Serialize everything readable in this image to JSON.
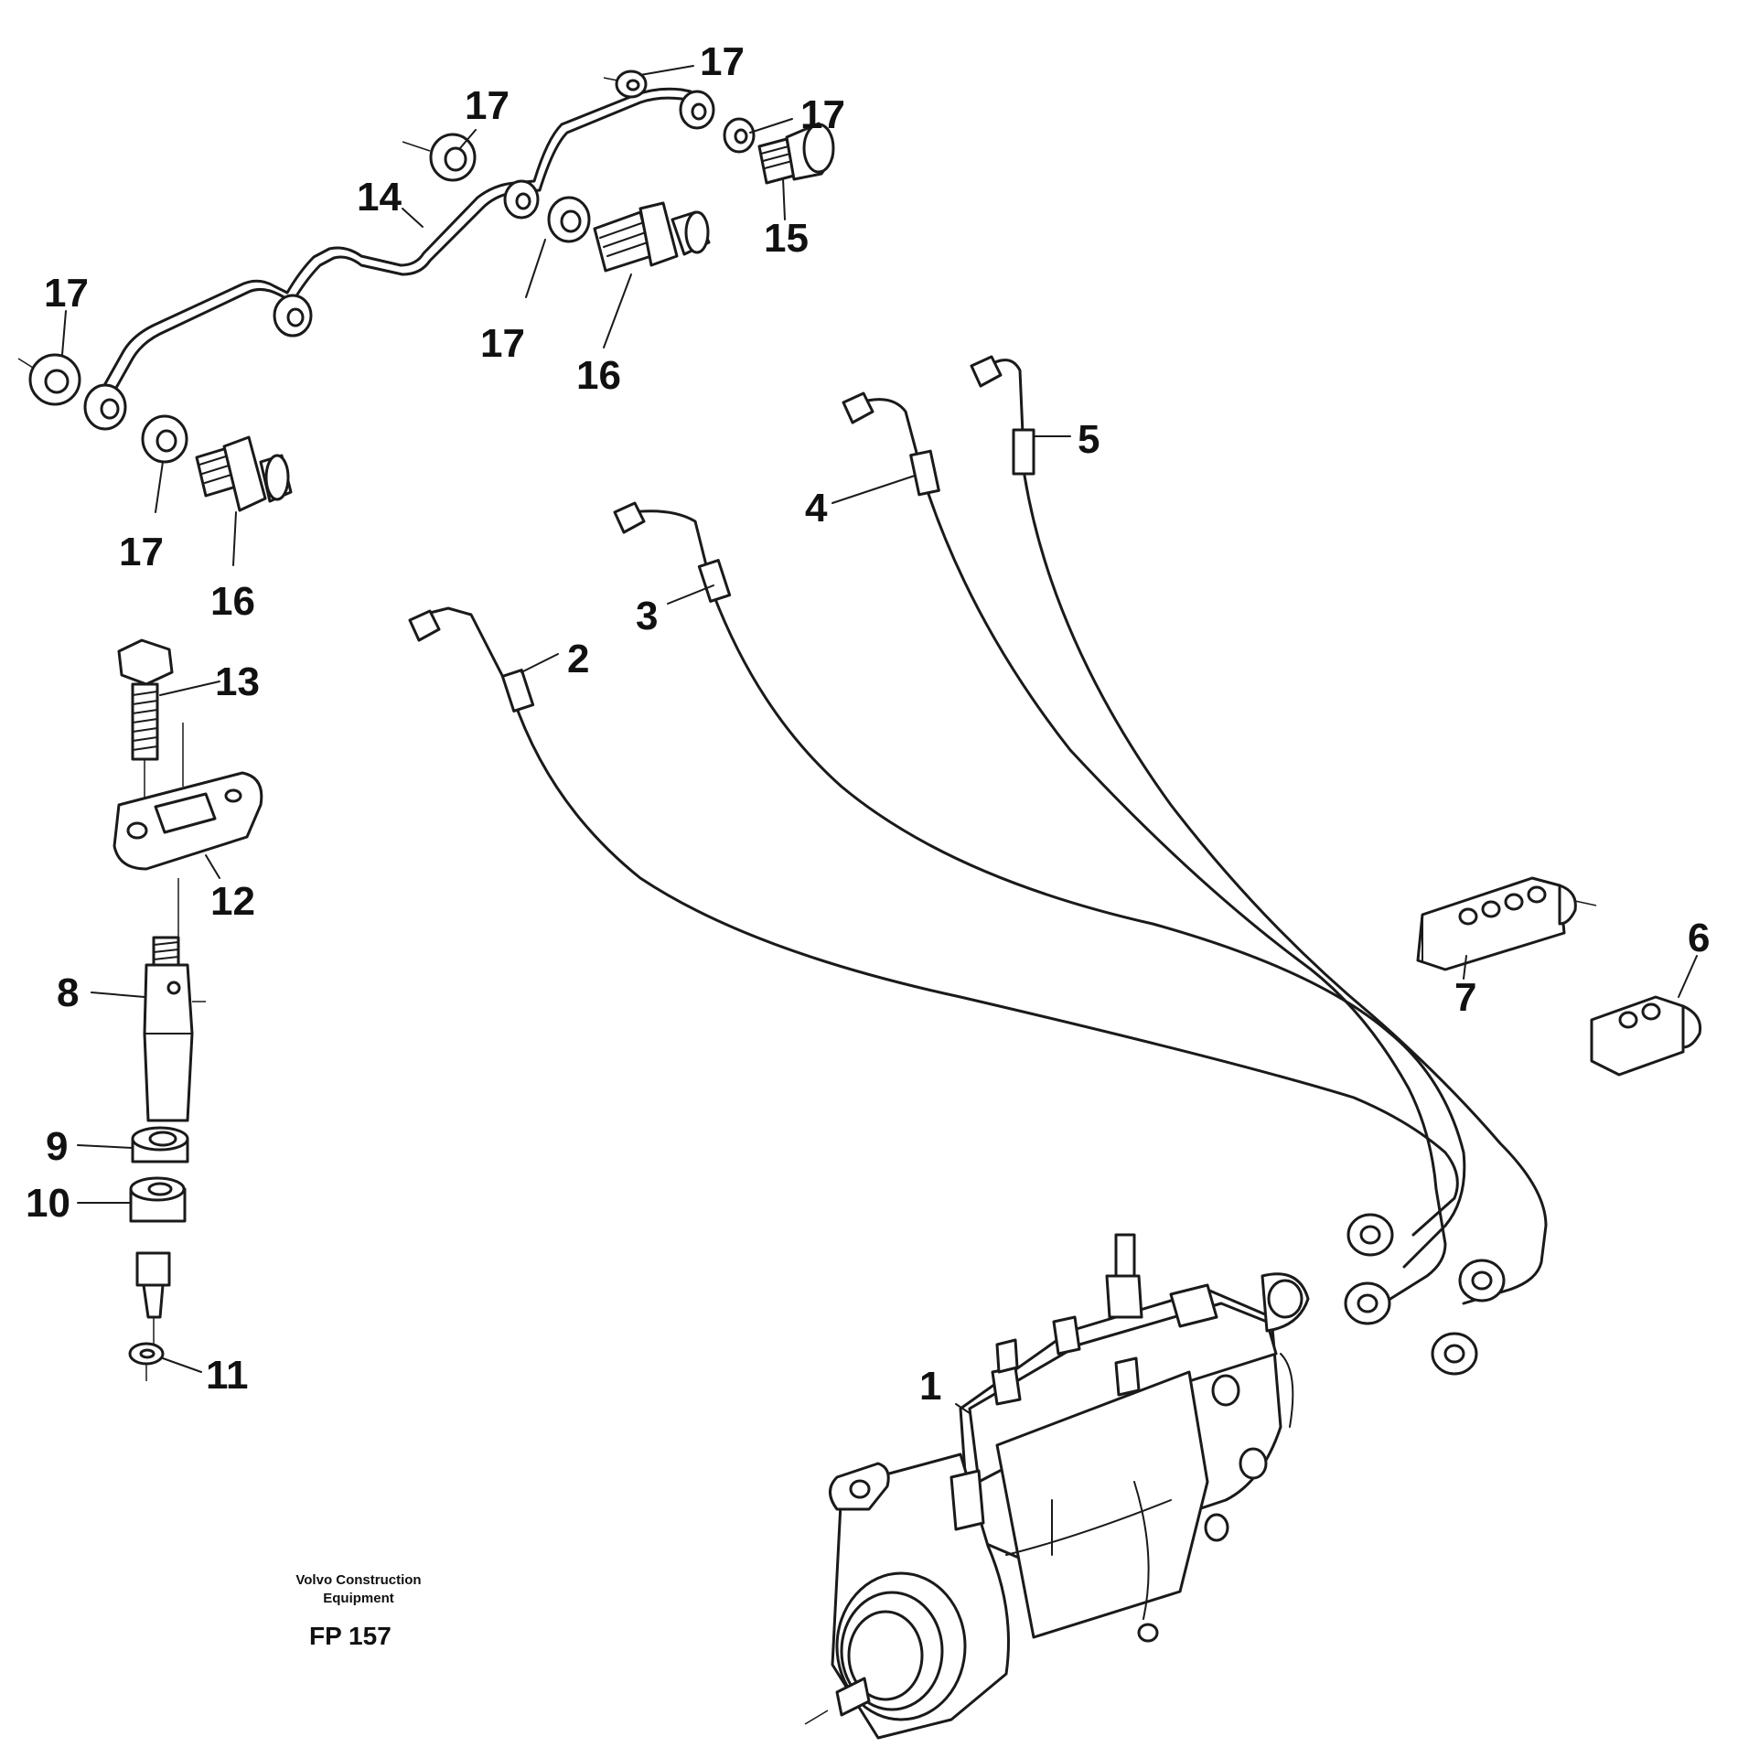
{
  "diagram": {
    "brand_line1": "Volvo Construction",
    "brand_line2": "Equipment",
    "figure_code": "FP 157",
    "callouts": {
      "c1": "1",
      "c2": "2",
      "c3": "3",
      "c4": "4",
      "c5": "5",
      "c6": "6",
      "c7": "7",
      "c8": "8",
      "c9": "9",
      "c10": "10",
      "c11": "11",
      "c12": "12",
      "c13": "13",
      "c14": "14",
      "c15": "15",
      "c16a": "16",
      "c16b": "16",
      "c17a": "17",
      "c17b": "17",
      "c17c": "17",
      "c17d": "17",
      "c17e": "17",
      "c17f": "17"
    }
  }
}
